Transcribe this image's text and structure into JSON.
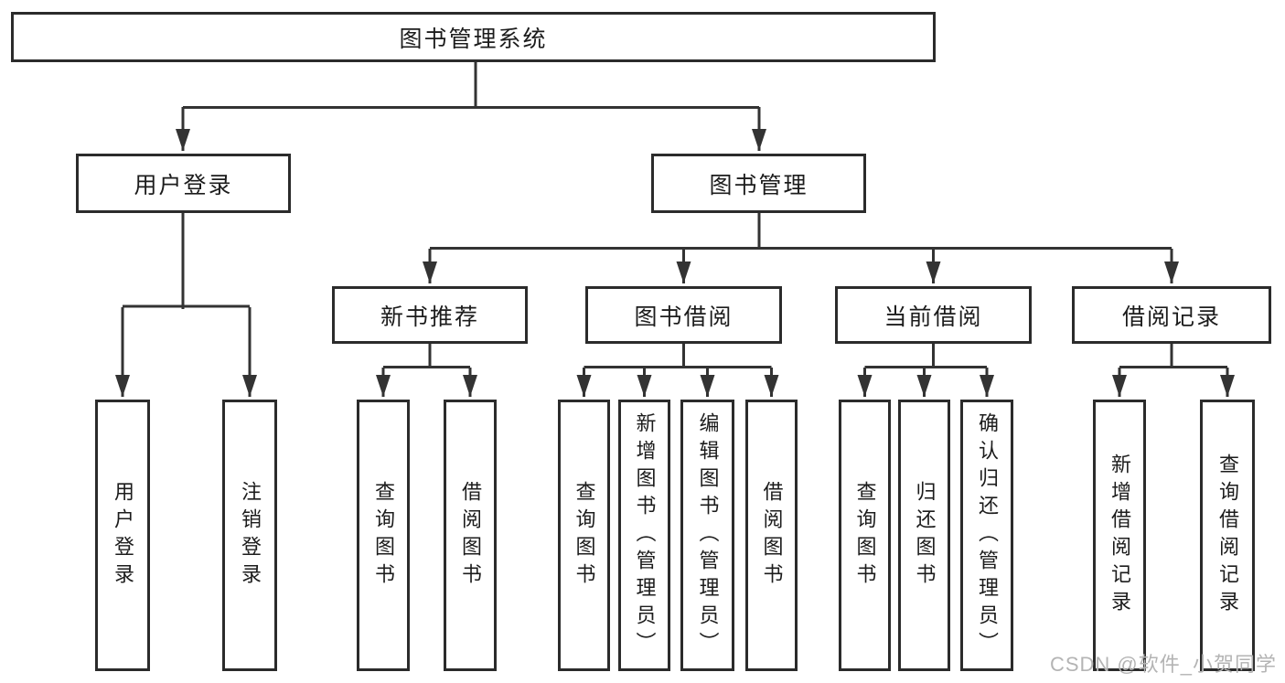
{
  "root": {
    "label": "图书管理系统"
  },
  "level2": {
    "user_login": {
      "label": "用户登录"
    },
    "book_mgmt": {
      "label": "图书管理"
    }
  },
  "level3": {
    "new_books": {
      "label": "新书推荐"
    },
    "book_borrow": {
      "label": "图书借阅"
    },
    "current_borrow": {
      "label": "当前借阅"
    },
    "borrow_records": {
      "label": "借阅记录"
    }
  },
  "leaves": {
    "user_login": [
      "用户登录",
      "注销登录"
    ],
    "new_books": [
      "查询图书",
      "借阅图书"
    ],
    "book_borrow": [
      "查询图书",
      "新增图书（管理员）",
      "编辑图书（管理员）",
      "借阅图书"
    ],
    "current_borrow": [
      "查询图书",
      "归还图书",
      "确认归还（管理员）"
    ],
    "borrow_records": [
      "新增借阅记录",
      "查询借阅记录"
    ]
  },
  "watermark": "CSDN @软件_小贺同学",
  "colors": {
    "line": "#333333",
    "border": "#2b2b2b",
    "text": "#1c1c1c",
    "watermark": "#b4b4b4",
    "background": "#ffffff"
  }
}
